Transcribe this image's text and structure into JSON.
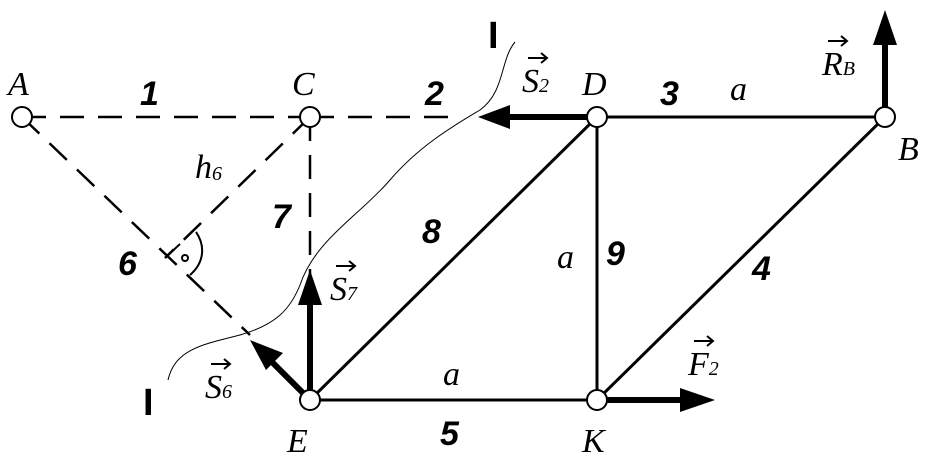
{
  "nodes": [
    {
      "id": "A",
      "label": "A"
    },
    {
      "id": "C",
      "label": "C"
    },
    {
      "id": "D",
      "label": "D"
    },
    {
      "id": "B",
      "label": "B"
    },
    {
      "id": "E",
      "label": "E"
    },
    {
      "id": "K",
      "label": "K"
    }
  ],
  "members": [
    {
      "id": "1",
      "label": "1",
      "from": "A",
      "to": "C",
      "style": "dashed"
    },
    {
      "id": "2",
      "label": "2",
      "from": "C",
      "to": "D",
      "style": "dashed"
    },
    {
      "id": "3",
      "label": "3",
      "from": "D",
      "to": "B",
      "style": "solid"
    },
    {
      "id": "4",
      "label": "4",
      "from": "B",
      "to": "K",
      "style": "solid"
    },
    {
      "id": "5",
      "label": "5",
      "from": "E",
      "to": "K",
      "style": "solid"
    },
    {
      "id": "6",
      "label": "6",
      "from": "A",
      "to": "E",
      "style": "dashed"
    },
    {
      "id": "7",
      "label": "7",
      "from": "C",
      "to": "E",
      "style": "dashed"
    },
    {
      "id": "8",
      "label": "8",
      "from": "E",
      "to": "D",
      "style": "solid"
    },
    {
      "id": "9",
      "label": "9",
      "from": "D",
      "to": "K",
      "style": "solid"
    }
  ],
  "dimensions": {
    "top": "a",
    "bottom": "a",
    "vertical": "a"
  },
  "height_label": {
    "main": "h",
    "sub": "6"
  },
  "forces": {
    "S2": {
      "main": "S",
      "sub": "2"
    },
    "S6": {
      "main": "S",
      "sub": "6"
    },
    "S7": {
      "main": "S",
      "sub": "7"
    },
    "F2": {
      "main": "F",
      "sub": "2"
    },
    "RB": {
      "main": "R",
      "sub": "B"
    }
  },
  "section": {
    "label_top": "I",
    "label_bottom": "I"
  }
}
